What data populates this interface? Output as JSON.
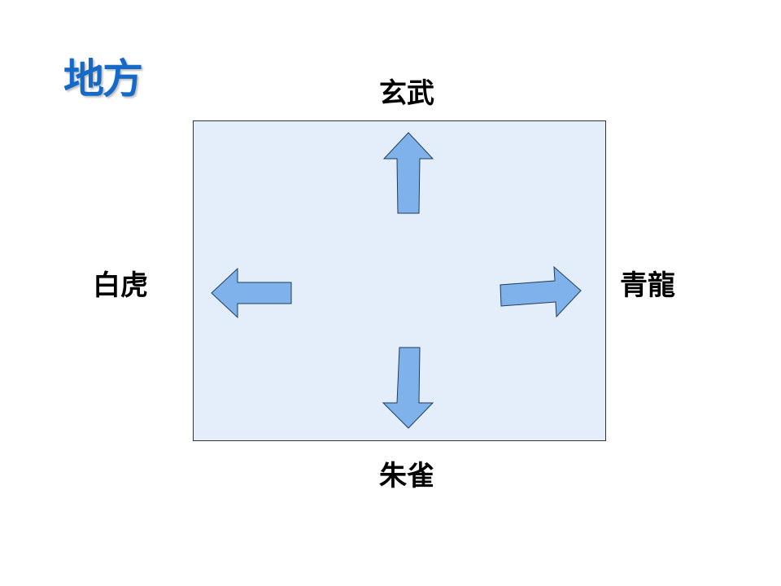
{
  "title": "地方",
  "directions": {
    "north": "玄武",
    "south": "朱雀",
    "west": "白虎",
    "east": "青龍"
  },
  "colors": {
    "title": "#1569c7",
    "board_fill": "#e4eefb",
    "arrow_fill": "#7fb2ea",
    "arrow_stroke": "#1f3b5a"
  }
}
